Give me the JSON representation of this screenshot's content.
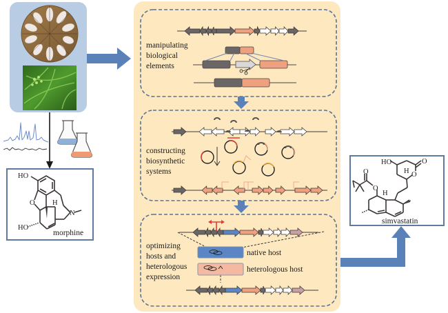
{
  "diagram": {
    "sources": {
      "images": [
        "fungal-culture-plate",
        "plant-foliage"
      ]
    },
    "steps": [
      {
        "id": "manipulate",
        "label_lines": [
          "manipulating",
          "biological",
          "elements"
        ]
      },
      {
        "id": "construct",
        "label_lines": [
          "constructing",
          "biosynthetic",
          "systems"
        ]
      },
      {
        "id": "optimize",
        "label_lines": [
          "optimizing",
          "hosts and",
          "heterologous",
          "expression"
        ]
      }
    ],
    "hosts": {
      "native": "native host",
      "heterologous": "heterologous host"
    },
    "products": {
      "left": {
        "name": "morphine",
        "atoms": [
          "HO",
          "O",
          "H",
          "N",
          "HO"
        ]
      },
      "right": {
        "name": "simvastatin",
        "atoms": [
          "HO",
          "O",
          "H",
          "O",
          "O",
          "O",
          "H"
        ]
      }
    },
    "colors": {
      "source_panel": "#b8cce4",
      "pipeline_panel": "#fde8bf",
      "arrow": "#5b82b8",
      "dash_border": "#5a7394",
      "gene_dark": "#6b6666",
      "gene_orange": "#eea07f",
      "gene_white": "#ffffff",
      "gene_blue": "#5b86c5",
      "gene_mauve": "#c9a0a4",
      "promoter_red": "#e53c36",
      "native_host_box": "#5b86c5",
      "heterologous_host_box": "#f4b9a0",
      "flask_blue": "#8fb0d9",
      "flask_orange": "#ee9a72"
    }
  }
}
